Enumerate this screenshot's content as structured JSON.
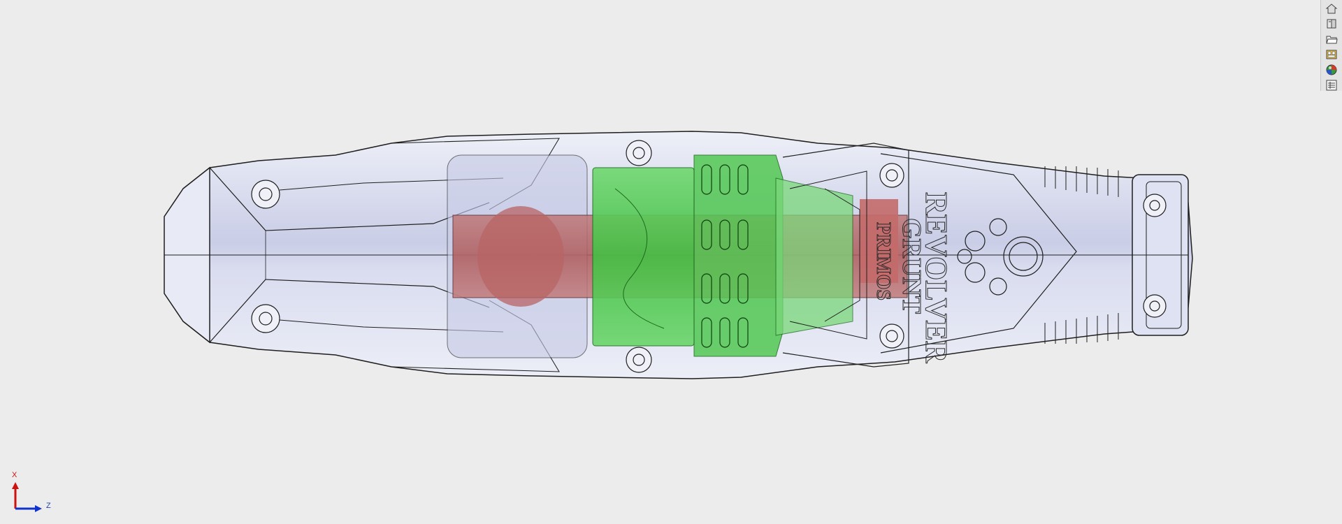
{
  "viewport": {
    "name": "cad-graphics-area",
    "background": "#ececec"
  },
  "model": {
    "engraving": {
      "line1": "REVOLVER",
      "line2": "GRUNT",
      "line3": "PRIMOS"
    },
    "colors": {
      "body": "#d4d8ec",
      "body_edge": "#1e1e1e",
      "gear": "#3fbf3f",
      "gear_dark": "#1f8a1f",
      "shaft": "#b86a6a"
    }
  },
  "task_pane": {
    "tabs": [
      {
        "name": "home-tab",
        "icon": "home-icon"
      },
      {
        "name": "design-library-tab",
        "icon": "design-library-icon"
      },
      {
        "name": "file-explorer-tab",
        "icon": "folder-icon"
      },
      {
        "name": "view-palette-tab",
        "icon": "view-palette-icon"
      },
      {
        "name": "appearances-tab",
        "icon": "appearance-ball-icon"
      },
      {
        "name": "custom-properties-tab",
        "icon": "properties-list-icon"
      }
    ]
  },
  "triad": {
    "x_label": "X",
    "z_label": "Z",
    "x_color": "#cc1111",
    "z_color": "#1133cc"
  }
}
